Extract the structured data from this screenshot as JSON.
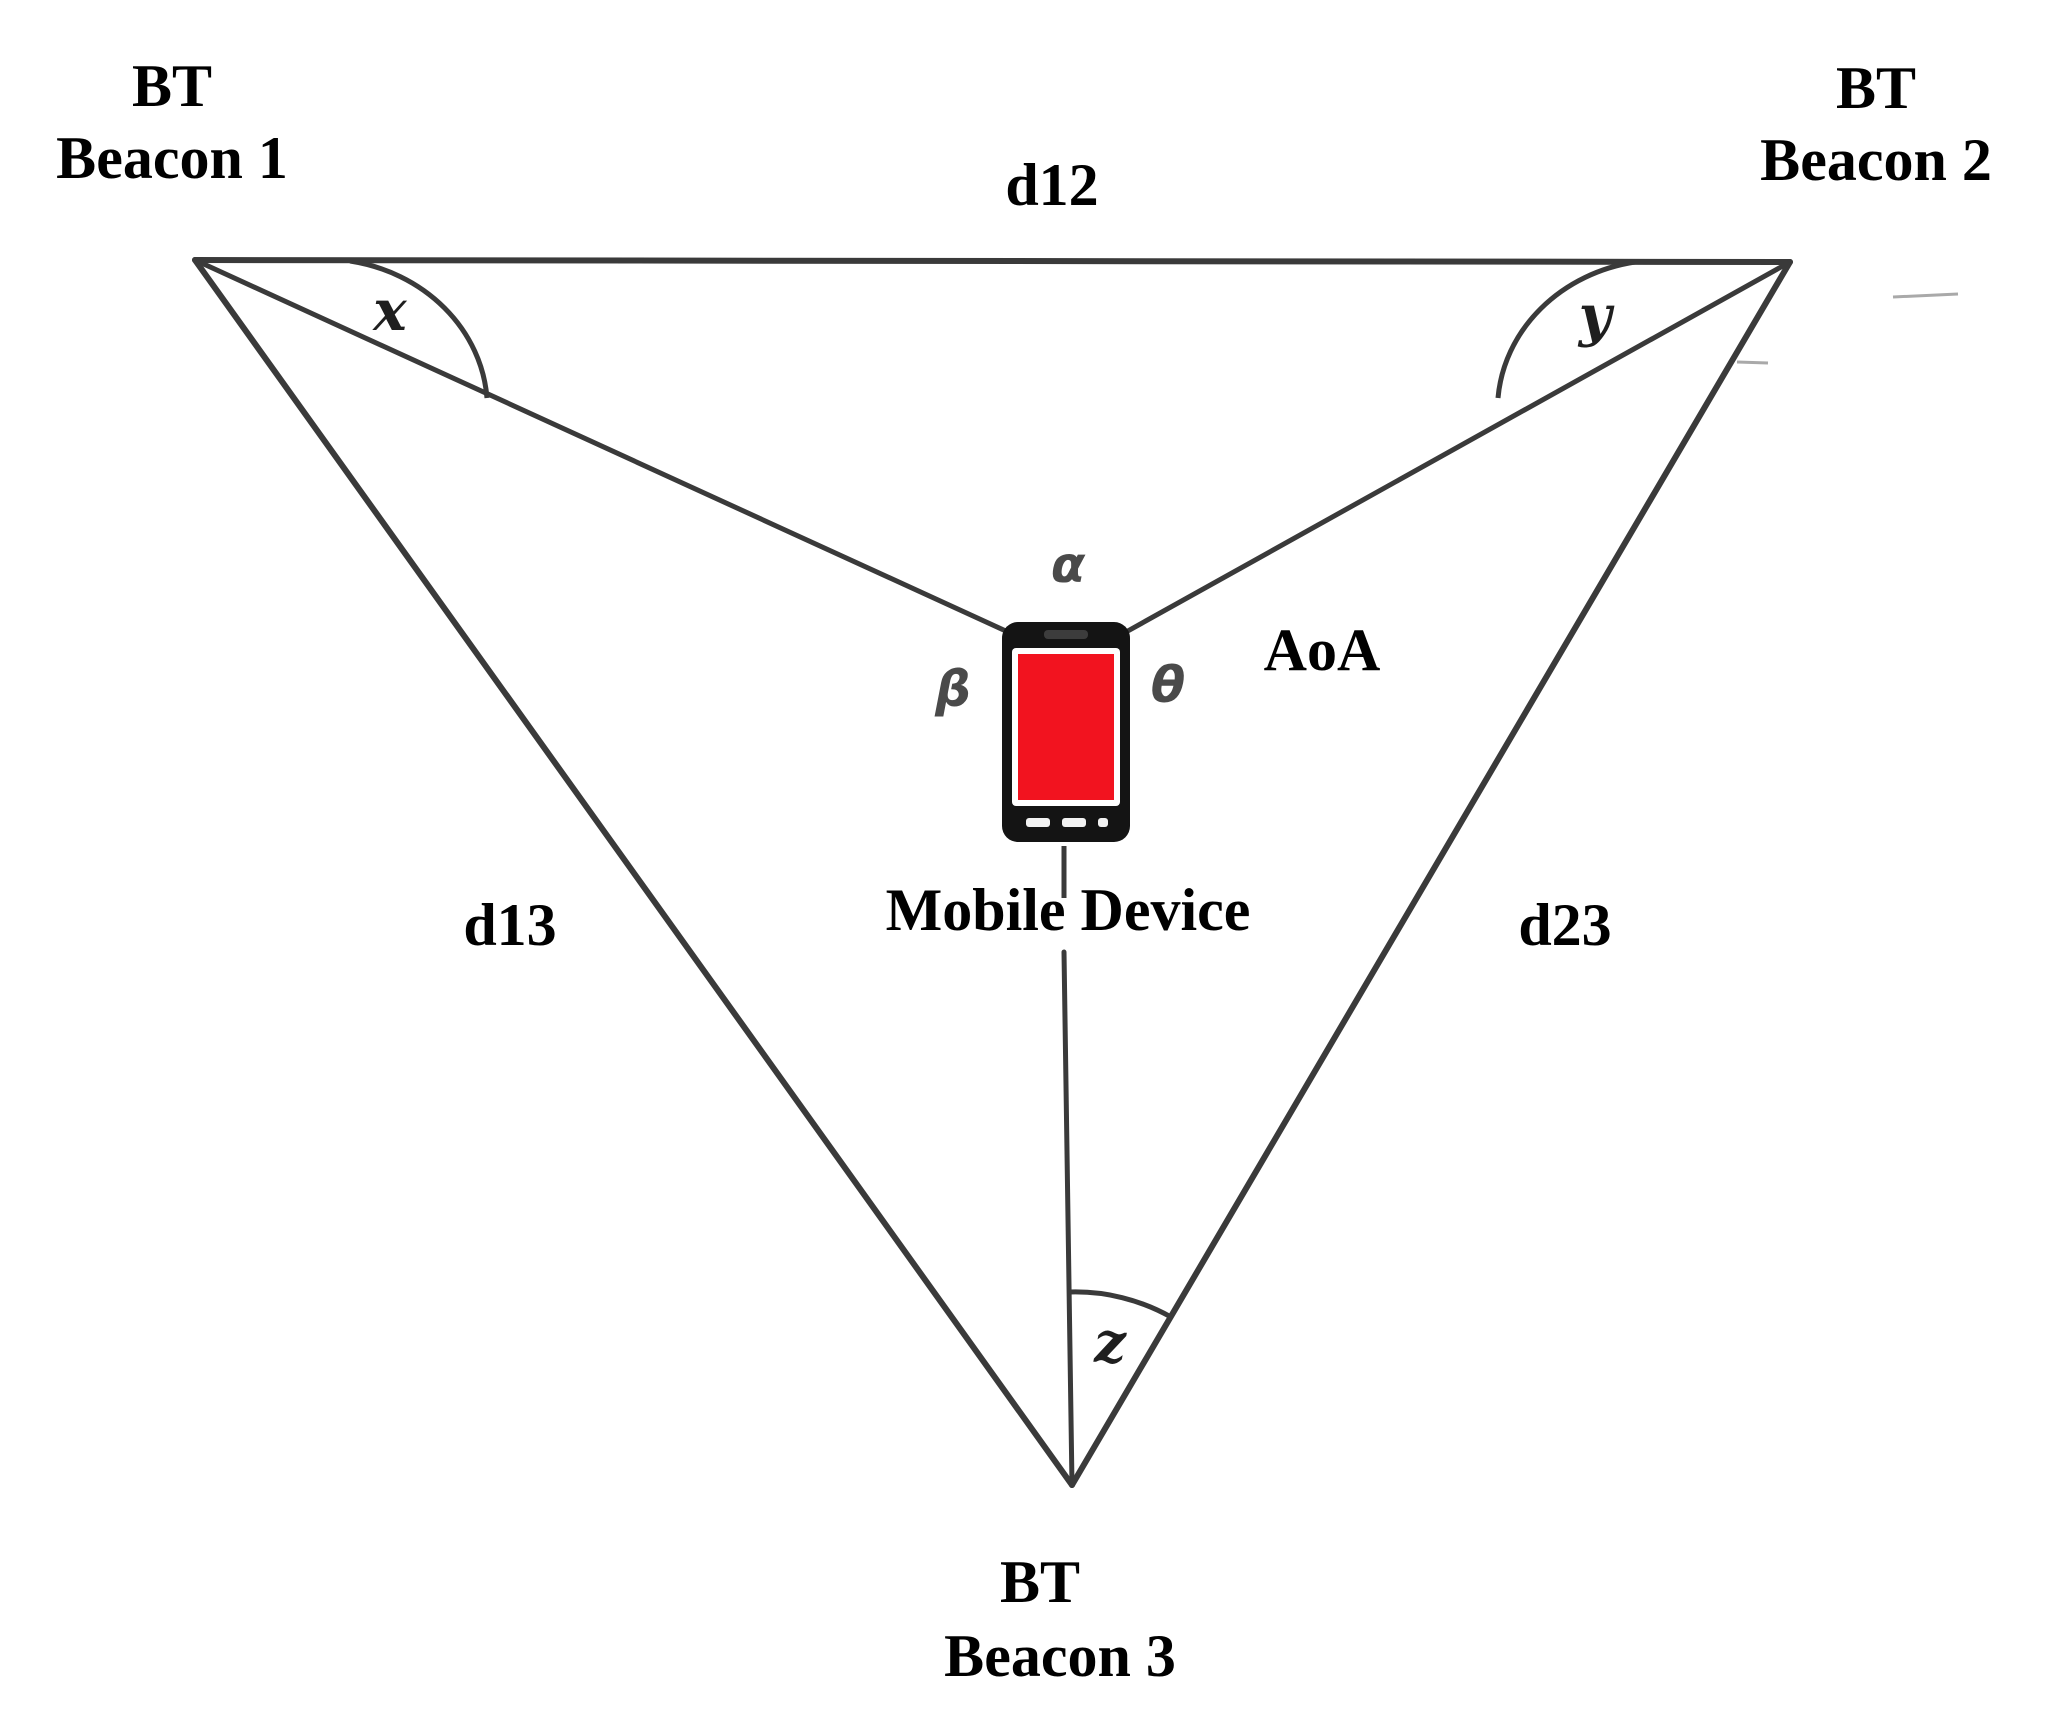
{
  "diagram": {
    "title_hint": "Bluetooth beacon triangulation / AoA positioning diagram",
    "beacon1": {
      "line1": "BT",
      "line2": "Beacon 1"
    },
    "beacon2": {
      "line1": "BT",
      "line2": "Beacon 2"
    },
    "beacon3": {
      "line1": "BT",
      "line2": "Beacon 3"
    },
    "distances": {
      "d12": "d12",
      "d13": "d13",
      "d23": "d23"
    },
    "angles": {
      "x": "x",
      "y": "y",
      "z": "z",
      "alpha": "α",
      "beta": "β",
      "theta": "θ"
    },
    "aoa_label": "AoA",
    "mobile_device_label": "Mobile Device",
    "colors": {
      "line": "#3a3a3a",
      "text": "#000000",
      "phone_body": "#141414",
      "phone_screen": "#f2131f"
    }
  }
}
